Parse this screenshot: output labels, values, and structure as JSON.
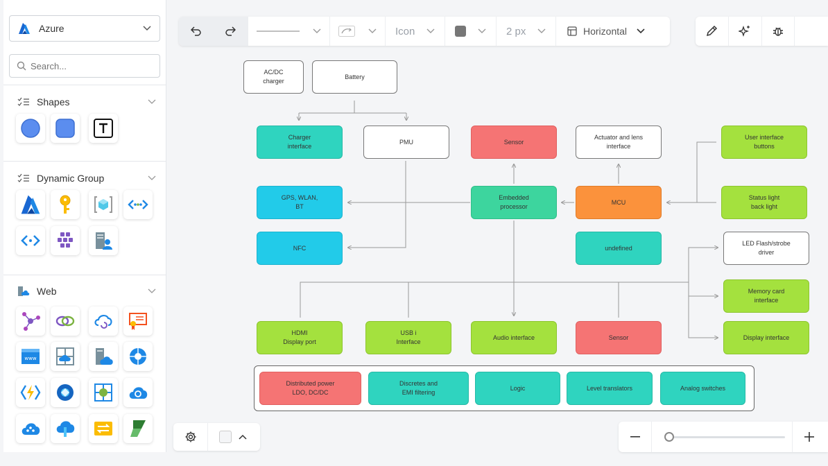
{
  "sidebar": {
    "library_select": {
      "label": "Azure"
    },
    "search": {
      "placeholder": "Search..."
    },
    "sections": [
      {
        "title": "Shapes",
        "items": [
          "circle",
          "rounded-square",
          "text"
        ]
      },
      {
        "title": "Dynamic Group",
        "items": [
          "azure-logo",
          "key",
          "resource-group",
          "peering",
          "code-brackets",
          "cluster",
          "server-user"
        ]
      },
      {
        "title": "Web",
        "items": [
          "network",
          "links",
          "cloud-refresh",
          "certificate",
          "www",
          "app-gallery",
          "server-cloud",
          "azure-sphere",
          "function-app",
          "azure-ring",
          "app-grid",
          "cloud-search",
          "cloud-network",
          "cloud-upload",
          "switch",
          "power-apps"
        ]
      }
    ]
  },
  "toolbar": {
    "font_label": "Icon",
    "stroke_width": "2 px",
    "layout": "Horizontal"
  },
  "diagram": {
    "nodes": [
      {
        "id": "acdc",
        "text": "AC/DC\ncharger",
        "style": "white"
      },
      {
        "id": "battery",
        "text": "Battery",
        "style": "white"
      },
      {
        "id": "charger_if",
        "text": "Charger\ninterface",
        "style": "teal"
      },
      {
        "id": "pmu",
        "text": "PMU",
        "style": "white"
      },
      {
        "id": "sensor1",
        "text": "Sensor",
        "style": "red"
      },
      {
        "id": "actuator",
        "text": "Actuator and lens\ninterface",
        "style": "white"
      },
      {
        "id": "ui_buttons",
        "text": "User interface\nbuttons",
        "style": "green"
      },
      {
        "id": "gps",
        "text": "GPS, WLAN,\nBT",
        "style": "cyan"
      },
      {
        "id": "embedded",
        "text": "Embedded\nprocessor",
        "style": "mint"
      },
      {
        "id": "mcu",
        "text": "MCU",
        "style": "orange"
      },
      {
        "id": "status_light",
        "text": "Status light\nback light",
        "style": "green"
      },
      {
        "id": "nfc",
        "text": "NFC",
        "style": "cyan"
      },
      {
        "id": "undefined_node",
        "text": "undefined",
        "style": "teal"
      },
      {
        "id": "led",
        "text": "LED Flash/strobe\ndriver",
        "style": "white"
      },
      {
        "id": "memory",
        "text": "Memory card\ninterface",
        "style": "green"
      },
      {
        "id": "hdmi",
        "text": "HDMI\nDisplay port",
        "style": "green"
      },
      {
        "id": "usb",
        "text": "USB i\nInterface",
        "style": "green"
      },
      {
        "id": "audio",
        "text": "Audio interface",
        "style": "green"
      },
      {
        "id": "sensor2",
        "text": "Sensor",
        "style": "red"
      },
      {
        "id": "display",
        "text": "Display interface",
        "style": "green"
      },
      {
        "id": "dist_power",
        "text": "Distributed power\nLDO, DC/DC",
        "style": "red"
      },
      {
        "id": "discretes",
        "text": "Discretes and\nEMI filtering",
        "style": "teal"
      },
      {
        "id": "logic",
        "text": "Logic",
        "style": "teal"
      },
      {
        "id": "level",
        "text": "Level translators",
        "style": "teal"
      },
      {
        "id": "analog",
        "text": "Analog switches",
        "style": "teal"
      }
    ]
  },
  "zoom": {
    "level": 0
  }
}
